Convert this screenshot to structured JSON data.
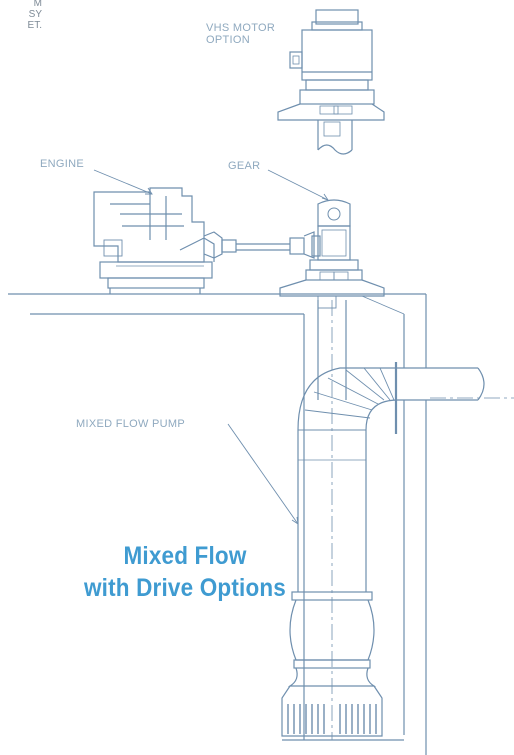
{
  "corner_text": [
    "M",
    "SY",
    "ET."
  ],
  "labels": {
    "vhs_motor": [
      "VHS MOTOR",
      "OPTION"
    ],
    "engine": "ENGINE",
    "gear": "GEAR",
    "pump": "MIXED FLOW PUMP"
  },
  "title": [
    "Mixed Flow",
    "with Drive Options"
  ],
  "colors": {
    "line": "#6f8fae",
    "label": "#8fa9bf",
    "title": "#3f9bd1"
  }
}
